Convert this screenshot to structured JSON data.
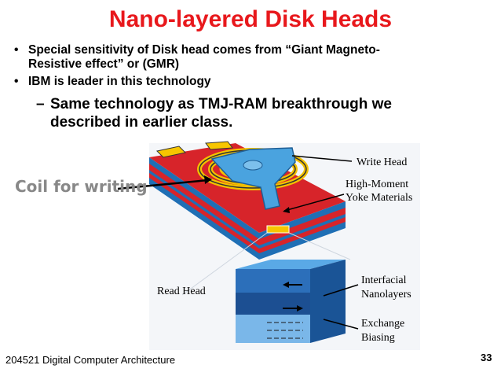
{
  "title": "Nano-layered Disk Heads",
  "bullets": [
    {
      "marker": "•",
      "lines": [
        "Special sensitivity of Disk head comes from “Giant Magneto-",
        "Resistive effect” or (GMR)"
      ]
    },
    {
      "marker": "•",
      "lines": [
        "IBM is leader in this technology"
      ]
    }
  ],
  "sub_bullet": {
    "marker": "–",
    "lines": [
      "Same technology as TMJ-RAM breakthrough we",
      "described in earlier class."
    ]
  },
  "callout": "Coil for writing",
  "figure": {
    "labels": {
      "write_head": "Write Head",
      "high_moment_1": "High-Moment",
      "high_moment_2": "Yoke Materials",
      "read_head": "Read Head",
      "interfacial_1": "Interfacial",
      "interfacial_2": "Nanolayers",
      "exchange_1": "Exchange",
      "exchange_2": "Biasing"
    }
  },
  "footer": "204521 Digital Computer Architecture",
  "page_number": "33"
}
